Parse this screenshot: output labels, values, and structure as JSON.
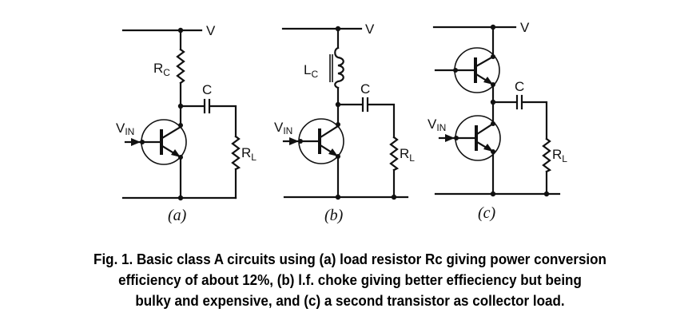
{
  "figure": {
    "circuits": [
      {
        "id": "a",
        "panel_label": "(a)",
        "supply_label": "V",
        "input_label": {
          "main": "V",
          "sub": "IN"
        },
        "collector_load": {
          "type": "resistor",
          "label": {
            "main": "R",
            "sub": "C"
          }
        },
        "coupling_capacitor_label": "C",
        "load_label": {
          "main": "R",
          "sub": "L"
        }
      },
      {
        "id": "b",
        "panel_label": "(b)",
        "supply_label": "V",
        "input_label": {
          "main": "V",
          "sub": "IN"
        },
        "collector_load": {
          "type": "inductor",
          "label": {
            "main": "L",
            "sub": "C"
          }
        },
        "coupling_capacitor_label": "C",
        "load_label": {
          "main": "R",
          "sub": "L"
        }
      },
      {
        "id": "c",
        "panel_label": "(c)",
        "supply_label": "V",
        "input_label": {
          "main": "V",
          "sub": "IN"
        },
        "collector_load": {
          "type": "transistor",
          "label": null
        },
        "coupling_capacitor_label": "C",
        "load_label": {
          "main": "R",
          "sub": "L"
        }
      }
    ],
    "caption_lines": [
      "Fig. 1. Basic class A circuits using (a) load resistor Rc giving power conversion",
      "efficiency of about 12%, (b) l.f. choke giving better effieciency but being",
      "bulky and expensive, and (c) a second transistor as collector load."
    ]
  }
}
